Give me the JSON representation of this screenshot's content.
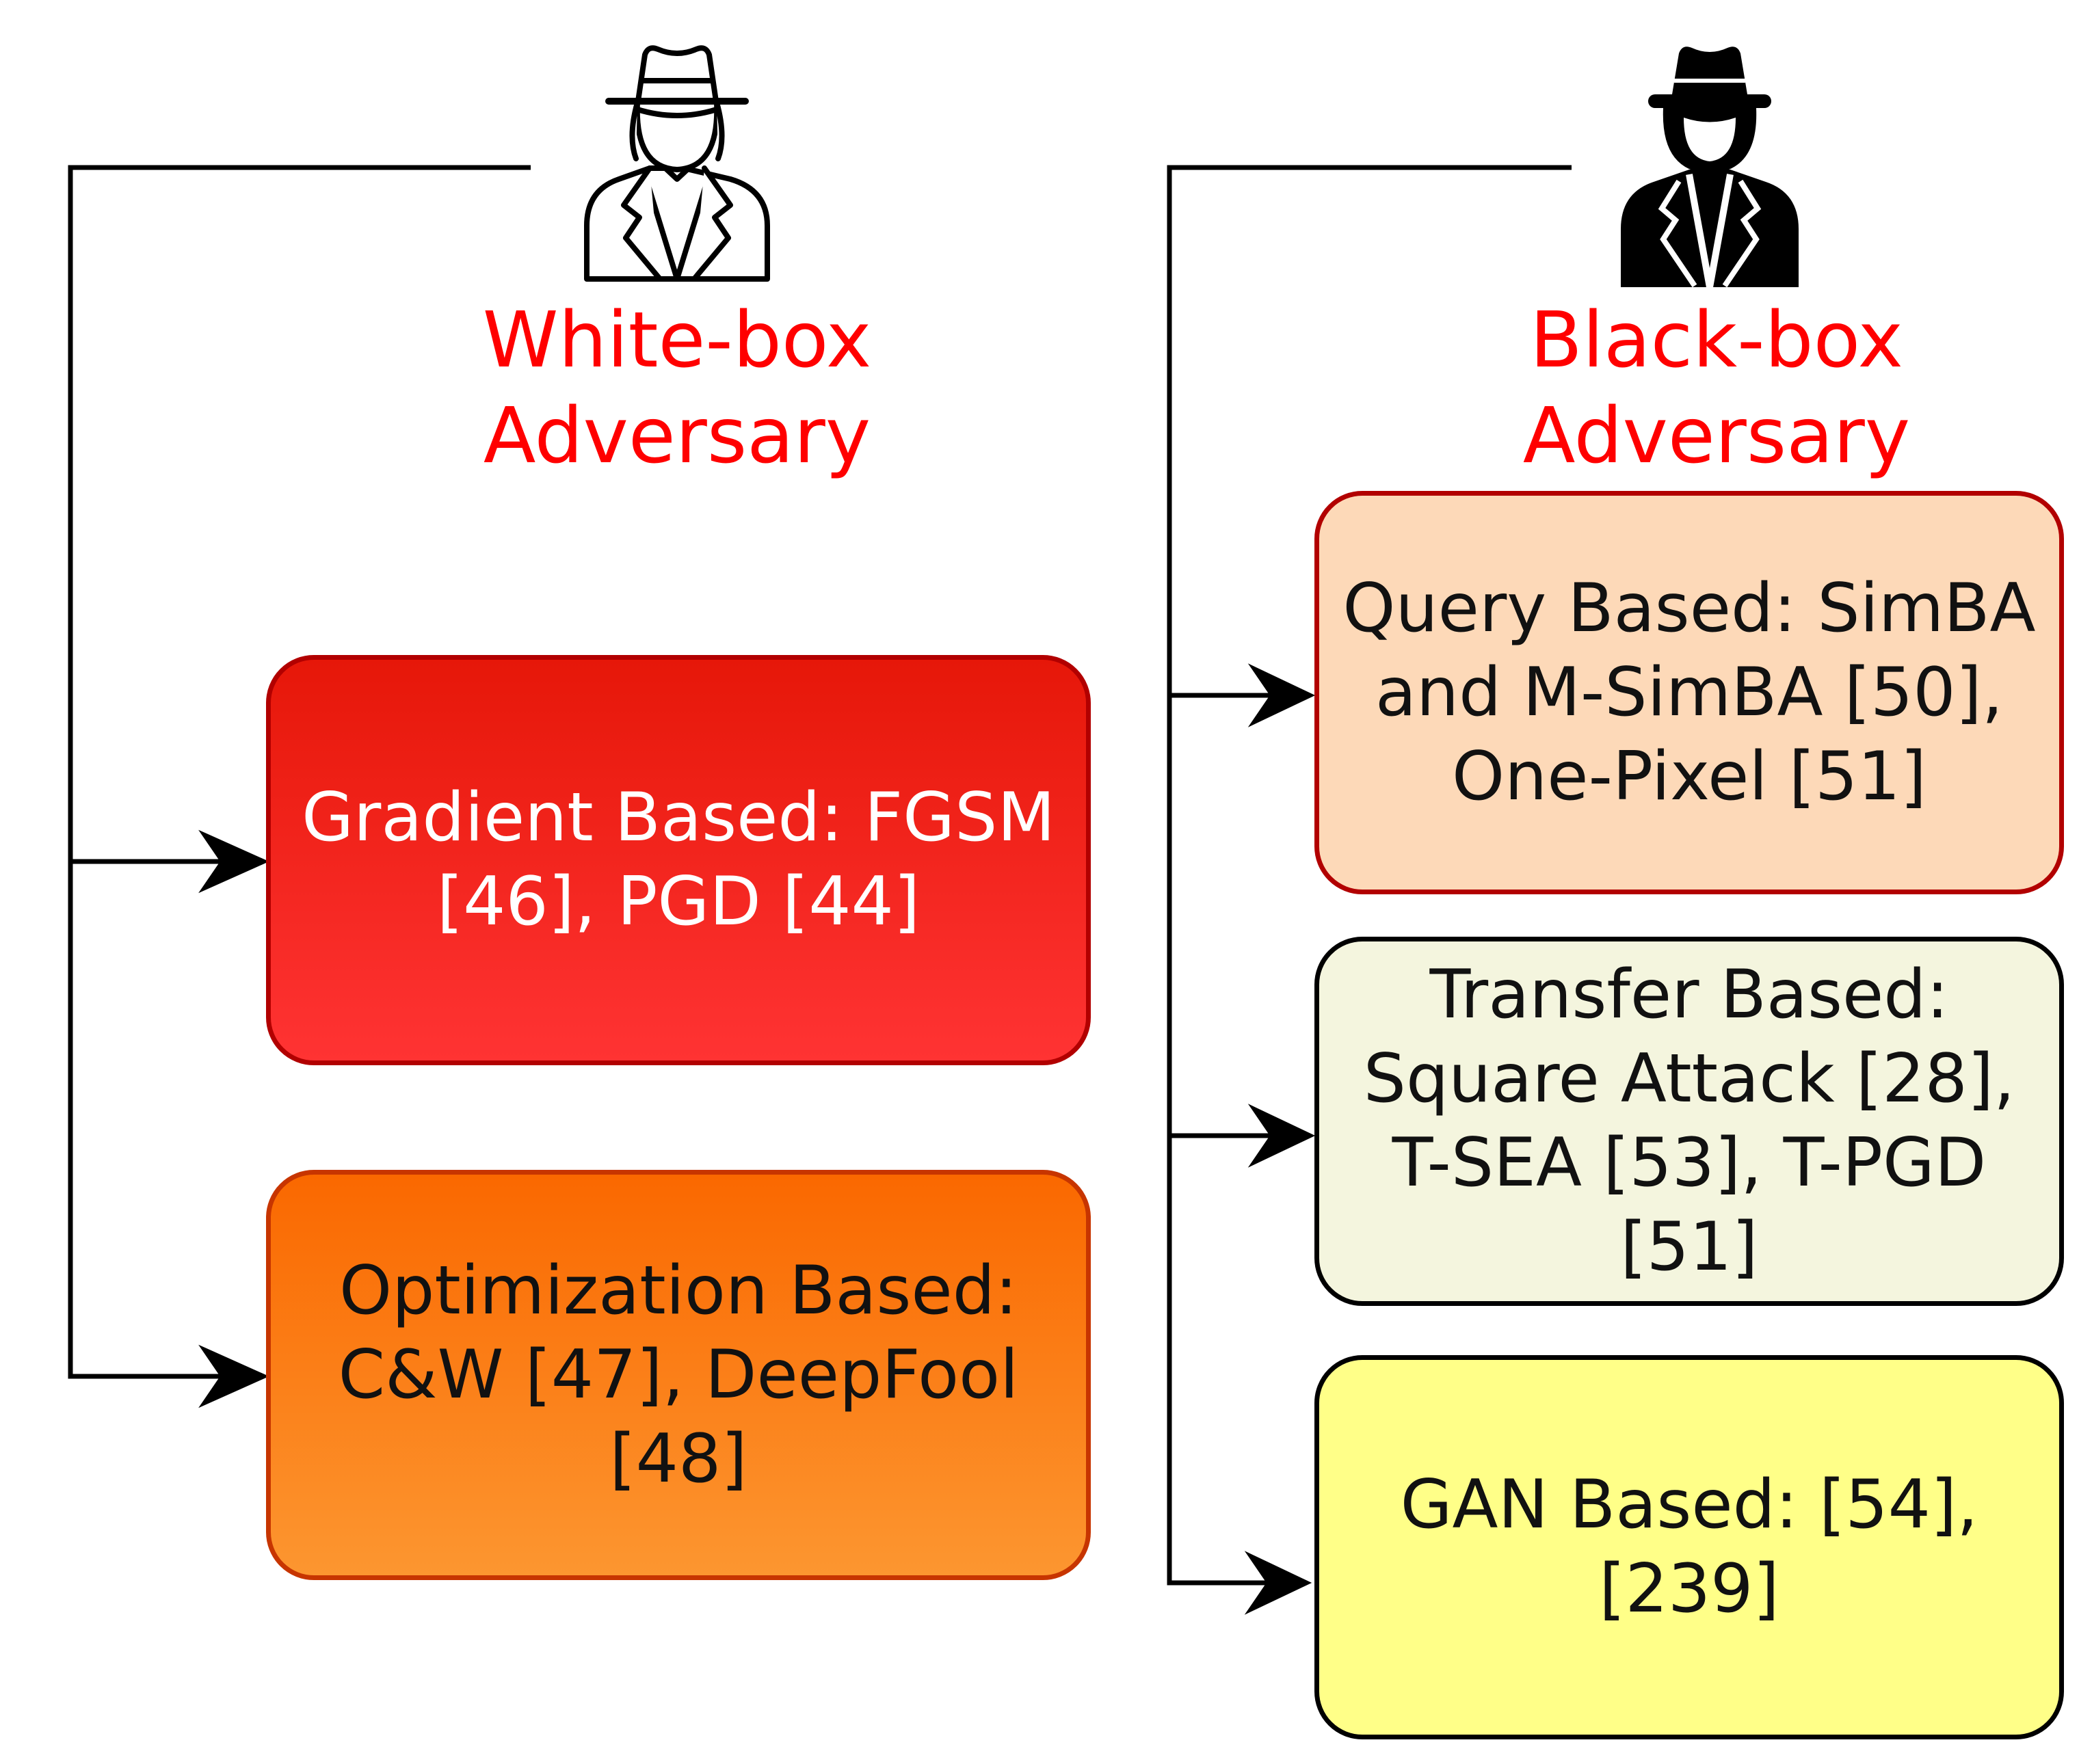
{
  "white_box": {
    "title_line1": "White-box",
    "title_line2": "Adversary",
    "icon": "spy-outline-icon",
    "categories": [
      {
        "label": "Gradient Based: FGSM [46], PGD [44]",
        "fill": "#e61709",
        "text_color": "#ffffff"
      },
      {
        "label": "Optimization Based: C&W [47], DeepFool [48]",
        "fill": "#fa6800",
        "text_color": "#111111"
      }
    ]
  },
  "black_box": {
    "title_line1": "Black-box",
    "title_line2": "Adversary",
    "icon": "spy-filled-icon",
    "categories": [
      {
        "label": "Query Based: SimBA and M-SimBA [50], One-Pixel [51]",
        "fill": "#fdd9b8",
        "text_color": "#111111"
      },
      {
        "label": "Transfer Based: Square Attack [28], T-SEA [53], T-PGD [51]",
        "fill": "#f4f5de",
        "text_color": "#111111"
      },
      {
        "label": "GAN Based: [54], [239]",
        "fill": "#ffff88",
        "text_color": "#111111"
      }
    ]
  },
  "colors": {
    "label_red": "#ff0000",
    "connector": "#000000"
  }
}
